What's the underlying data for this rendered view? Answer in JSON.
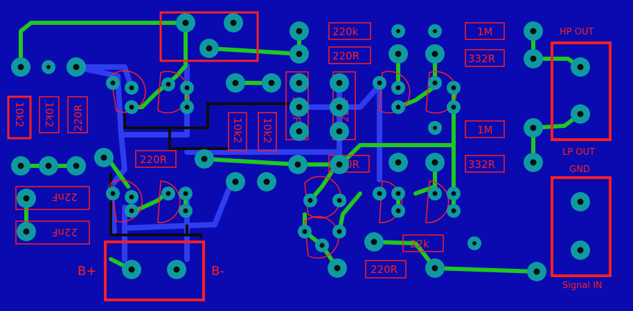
{
  "colors": {
    "board": "#0a0ab0",
    "top_trace": "#1ec81e",
    "bottom_trace": "#2f3cf0",
    "silkscreen": "#ff2020",
    "pad": "#0f9aa0",
    "drill": "#0d0d0d"
  },
  "labels": {
    "r_220k": "220k",
    "r_220r_top_a": "220R",
    "r_1m_top": "1M",
    "r_332r_top": "332R",
    "hp_out": "HP OUT",
    "r_10k2_left": "10k2",
    "r_10k2_left2": "10k2",
    "r_220r_left": "220R",
    "c_22nf_top_a": "22nF",
    "c_22nf_top_b": "22nF",
    "r_1m_mid": "1M",
    "r_10k2_mid_a": "10k2",
    "r_10k2_mid_b": "10k2",
    "lp_out": "LP OUT",
    "r_220r_mid": "220R",
    "r_220r_mid_b": "220R",
    "r_332r_mid": "332R",
    "gnd": "GND",
    "c_22nf_bottom_a": "22nF",
    "c_22nf_bottom_b": "22nF",
    "r_22k": "22k",
    "r_220r_bottom": "220R",
    "b_plus": "B+",
    "b_minus": "B-",
    "signal_in": "Signal IN"
  }
}
